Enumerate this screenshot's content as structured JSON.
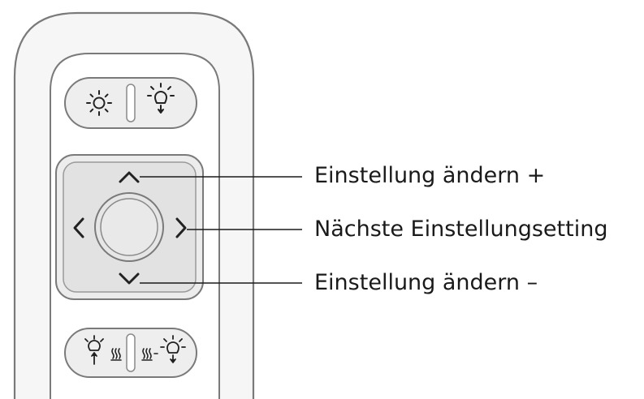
{
  "labels": {
    "up": "Einstellung ändern +",
    "right": "Nächste Einstellungsetting",
    "down": "Einstellung ändern –"
  },
  "icons": {
    "top_left": "brightness-sun-icon",
    "top_right": "lamp-down-icon",
    "bottom_left": "lamp-up-heat-icon",
    "bottom_right": "heat-lamp-down-icon",
    "dpad_up": "chevron-up-icon",
    "dpad_down": "chevron-down-icon",
    "dpad_left": "chevron-left-icon",
    "dpad_right": "chevron-right-icon"
  },
  "colors": {
    "stroke": "#7a7a7a",
    "button_fill": "#eeeeee",
    "dpad_fill": "#e2e2e2",
    "text": "#1a1a1a"
  }
}
